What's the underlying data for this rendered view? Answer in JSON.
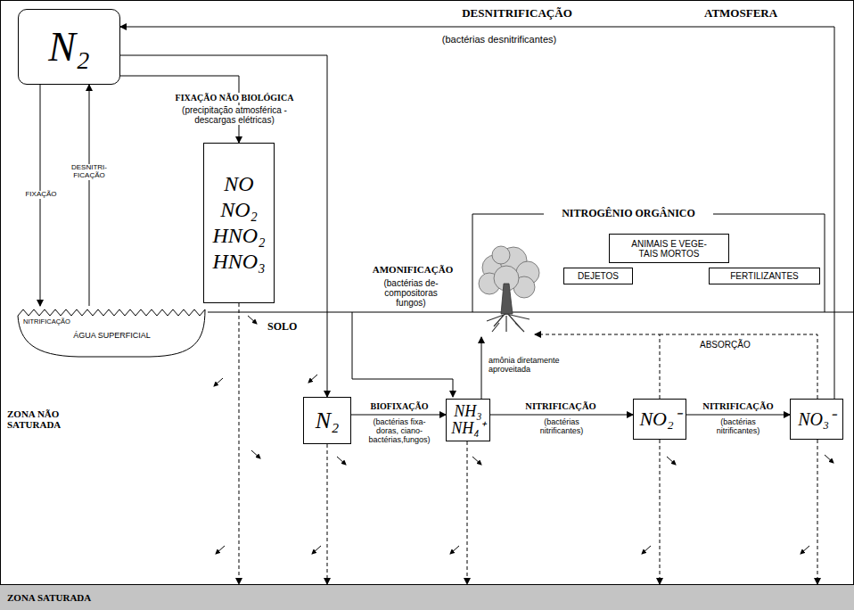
{
  "diagram": {
    "nodes": [
      {
        "text": [
          "N₂"
        ]
      },
      {
        "text": [
          "NO",
          "NO₂",
          "HNO₂",
          "HNO₃"
        ]
      },
      {
        "text": [
          "NITRIFICAÇÃO",
          "ÁGUA SUPERFICIAL"
        ]
      },
      {
        "text": [
          "ANIMAIS E VEGE- TAIS MORTOS"
        ]
      },
      {
        "text": [
          "DEJETOS"
        ]
      },
      {
        "text": [
          "FERTILIZANTES"
        ]
      },
      {
        "text": [
          "N₂"
        ]
      },
      {
        "text": [
          "NH₃",
          "NH₄⁺"
        ]
      },
      {
        "text": [
          "NO₂⁻"
        ]
      },
      {
        "text": [
          "NO₃⁻"
        ]
      },
      {
        "text": [
          "ZONA SATURADA"
        ]
      }
    ],
    "edges": [
      {
        "from": 0,
        "to": 2,
        "arrow": "to",
        "label": "FIXAÇÃO"
      },
      {
        "from": 2,
        "to": 0,
        "arrow": "to",
        "label": "DESNITRI- FICAÇÃO"
      },
      {
        "from": 0,
        "to": 1,
        "arrow": "to",
        "label": "FIXAÇÃO NÃO BIOLÓGICA"
      },
      {
        "from": 0,
        "to": 6,
        "arrow": "to"
      },
      {
        "from": 9,
        "to": 0,
        "arrow": "to",
        "label": "DESNITRIFICAÇÃO"
      },
      {
        "from": 6,
        "to": 7,
        "arrow": "to",
        "label": "BIOFIXAÇÃO"
      },
      {
        "from": 7,
        "to": 8,
        "arrow": "to",
        "label": "NITRIFICAÇÃO"
      },
      {
        "from": 8,
        "to": 9,
        "arrow": "to",
        "label": "NITRIFICAÇÃO"
      },
      {
        "from": 1,
        "to": 10,
        "arrow": "to"
      },
      {
        "from": 6,
        "to": 10,
        "arrow": "to"
      },
      {
        "from": 7,
        "to": 10,
        "arrow": "to"
      },
      {
        "from": 8,
        "to": 10,
        "arrow": "to"
      },
      {
        "from": 9,
        "to": 10,
        "arrow": "to"
      }
    ],
    "labels": [
      "ATMOSFERA",
      "(bactérias desnitrificantes)",
      "(precipitação atmosférica - descargas elétricas)",
      "NITROGÊNIO ORGÂNICO",
      "AMONIFICAÇÃO",
      "(bactérias de- compositoras fungos)",
      "SOLO",
      "amônia diretamente aproveitada",
      "ABSORÇÃO",
      "ZONA NÃO SATURADA",
      "(bactérias fixa- doras, ciano- bactérias,fungos)",
      "(bactérias nitrificantes)",
      "(bactérias nitrificantes)"
    ]
  }
}
